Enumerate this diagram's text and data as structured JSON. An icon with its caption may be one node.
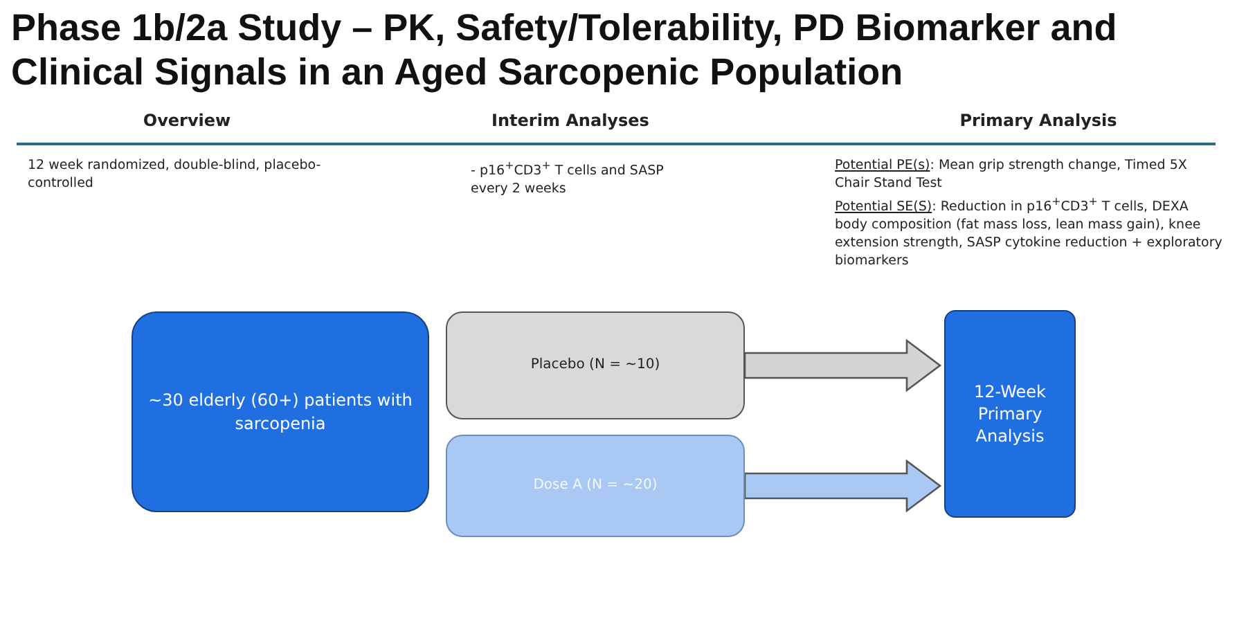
{
  "diagram": {
    "title": "Phase 1b/2a Study – PK, Safety/Tolerability, PD Biomarker and Clinical Signals in an Aged Sarcopenic Population",
    "nodes": [
      {
        "text": [
          "~30 elderly (60+) patients with sarcopenia"
        ]
      },
      {
        "text": [
          "Placebo (N = ~10)"
        ]
      },
      {
        "text": [
          "Dose A (N = ~20)"
        ]
      },
      {
        "text": [
          "12-Week Primary Analysis"
        ]
      }
    ],
    "edges": [
      {
        "from": 1,
        "to": 3,
        "arrow": "to",
        "color": "#d4d4d4"
      },
      {
        "from": 2,
        "to": 3,
        "arrow": "to",
        "color": "#a9c8f3"
      }
    ],
    "labels": [
      "Overview",
      "Interim Analyses",
      "Primary Analysis",
      "12 week randomized, double-blind, placebo-controlled",
      "- p16$^{+}$CD3$^{+}$ T cells and SASP every 2 weeks",
      "Potential PE(s): Mean grip strength change, Timed 5X Chair Stand Test",
      "Potential SE(S): Reduction in p16$^{+}$CD3$^{+}$ T cells, DEXA body composition (fat mass loss, lean mass gain), knee extension strength, SASP cytokine reduction + exploratory biomarkers"
    ]
  }
}
